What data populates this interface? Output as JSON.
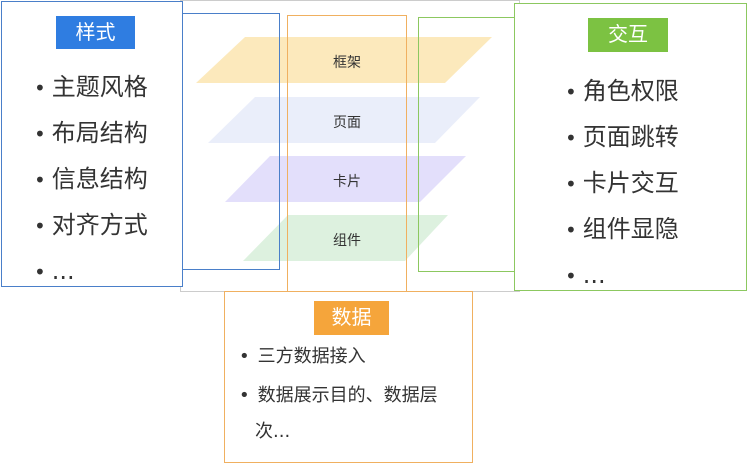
{
  "style_panel": {
    "title": "样式",
    "items": [
      "主题风格",
      "布局结构",
      "信息结构",
      "对齐方式",
      "..."
    ]
  },
  "layers": [
    {
      "label": "框架",
      "color": "#fbe5b0"
    },
    {
      "label": "页面",
      "color": "#e8ecfa"
    },
    {
      "label": "卡片",
      "color": "#e0dcfb"
    },
    {
      "label": "组件",
      "color": "#d9f0dc"
    }
  ],
  "interaction_panel": {
    "title": "交互",
    "items": [
      "角色权限",
      "页面跳转",
      "卡片交互",
      "组件显隐",
      "..."
    ]
  },
  "data_panel": {
    "title": "数据",
    "items": [
      "三方数据接入",
      "数据展示目的、数据层次..."
    ]
  },
  "colors": {
    "style": "#2f7de1",
    "interaction": "#7cc242",
    "data": "#f5a53b"
  }
}
